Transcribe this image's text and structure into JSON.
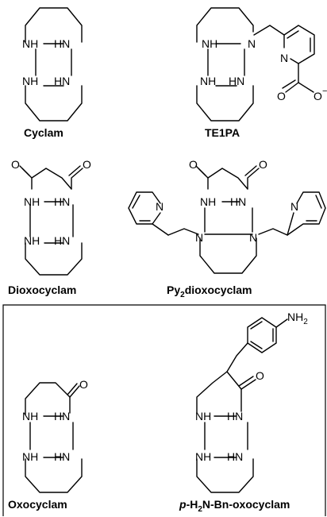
{
  "atoms": {
    "nh": "NH",
    "hn": "HN",
    "n": "N",
    "o": "O",
    "o_minus": "O",
    "minus": "−",
    "nh2": "NH",
    "two": "2"
  },
  "captions": {
    "cyclam": "Cyclam",
    "te1pa": "TE1PA",
    "dioxocyclam": "Dioxocyclam",
    "py2_prefix": "Py",
    "py2_sub": "2",
    "py2_suffix": "dioxocyclam",
    "oxocyclam": "Oxocyclam",
    "pbn_p": "p",
    "pbn_h": "-H",
    "pbn_sub": "2",
    "pbn_rest": "N-Bn-oxocyclam"
  }
}
